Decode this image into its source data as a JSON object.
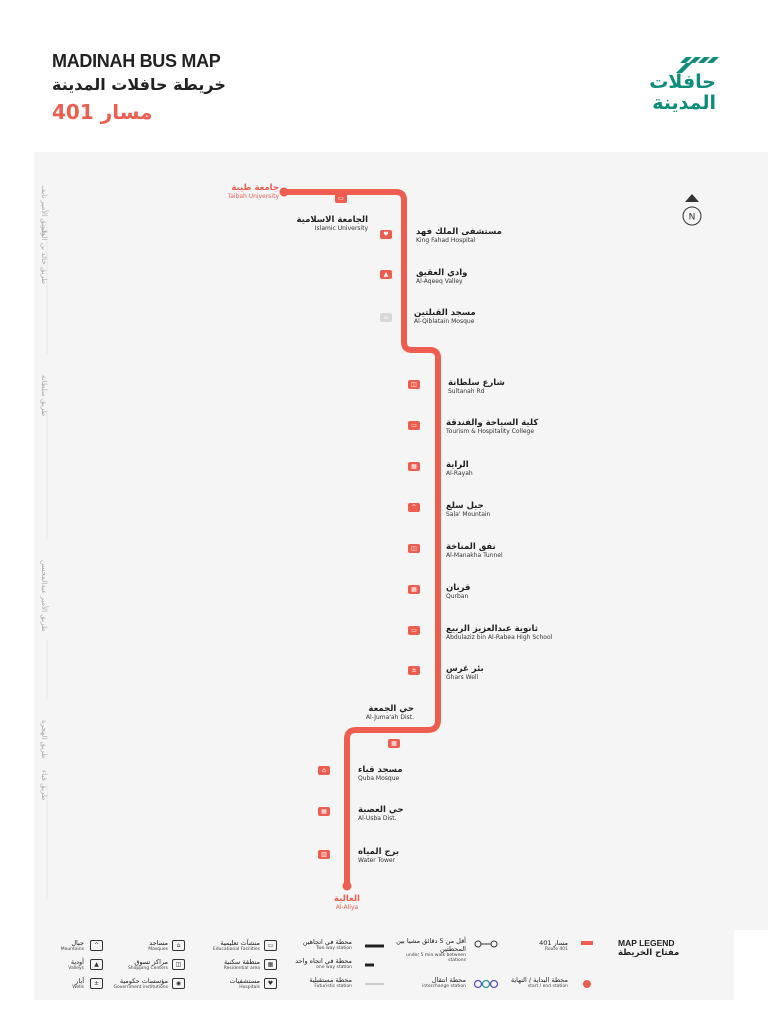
{
  "header": {
    "title_en": "MADINAH BUS MAP",
    "title_ar": "خريطة حافلات المدينة",
    "route_ar": "مسار 401",
    "logo_ar_top": "حافلات",
    "logo_ar_bottom": "المدينة"
  },
  "colors": {
    "route": "#EE5E50",
    "brand": "#0E8C7C",
    "map_bg": "#f5f5f5"
  },
  "compass": {
    "label": "N"
  },
  "streets": [
    {
      "label": "طريق الأمير نايف"
    },
    {
      "label": "طريق خالد بن الوليد"
    },
    {
      "label": "طريق سلطانة"
    },
    {
      "label": "طريق الأمير عبدالمحسن"
    },
    {
      "label": "طريق الهجرة"
    },
    {
      "label": "طريق قباء"
    }
  ],
  "stations": [
    {
      "ar": "جامعة طيبة",
      "en": "Taibah University",
      "icon": "terminal"
    },
    {
      "ar": "الجامعة الاسلامية",
      "en": "Islamic University",
      "icon": "education-icon"
    },
    {
      "ar": "مستشفى الملك فهد",
      "en": "King Fahad Hospital",
      "icon": "hospital-icon"
    },
    {
      "ar": "وادي العقيق",
      "en": "Al-Aqeeq Valley",
      "icon": "valley-icon"
    },
    {
      "ar": "مسجد القبلتين",
      "en": "Al-Qiblatain Mosque",
      "icon": "future-mosque-icon"
    },
    {
      "ar": "شارع سلطانة",
      "en": "Sultanah Rd",
      "icon": "shopping-icon"
    },
    {
      "ar": "كلية السياحة والفندقة",
      "en": "Tourism & Hospitality College",
      "icon": "education-icon"
    },
    {
      "ar": "الراية",
      "en": "Al-Rayah",
      "icon": "residential-icon"
    },
    {
      "ar": "جبل سلع",
      "en": "Sala' Mountain",
      "icon": "mountain-icon"
    },
    {
      "ar": "نفق المناخة",
      "en": "Al-Manakha Tunnel",
      "icon": "shopping-icon"
    },
    {
      "ar": "قربان",
      "en": "Qurban",
      "icon": "residential-icon"
    },
    {
      "ar": "ثانوية عبدالعزيز الربيع",
      "en": "Abdulaziz bin Al-Rabea High School",
      "icon": "education-icon"
    },
    {
      "ar": "بئر غرس",
      "en": "Ghars Well",
      "icon": "well-icon"
    },
    {
      "ar": "حي الجمعة",
      "en": "Al-Juma'ah Dist.",
      "icon": "residential-icon"
    },
    {
      "ar": "مسجد قباء",
      "en": "Quba Mosque",
      "icon": "mosque-icon"
    },
    {
      "ar": "حي العصبة",
      "en": "Al-Usba Dist.",
      "icon": "residential-icon"
    },
    {
      "ar": "برج المياه",
      "en": "Water Tower",
      "icon": "tower-icon"
    },
    {
      "ar": "العالية",
      "en": "Al-Aliya",
      "icon": "terminal"
    }
  ],
  "legend": {
    "title_en": "MAP LEGEND",
    "title_ar": "مفتاح الخريطة",
    "items": [
      {
        "ar": "مسار 401",
        "en": "Route 401"
      },
      {
        "ar": "محطة البداية / النهاية",
        "en": "start / end station"
      },
      {
        "ar": "أقل من 5 دقائق مشيا بين المحطتين",
        "en": "under 5 min walk between stations"
      },
      {
        "ar": "محطة انتقال",
        "en": "interchange station"
      },
      {
        "ar": "محطة في اتجاهين",
        "en": "Two way station"
      },
      {
        "ar": "محطة في اتجاه واحد",
        "en": "one way station"
      },
      {
        "ar": "محطة مستقبلية",
        "en": "Futuristic station"
      },
      {
        "ar": "منشآت تعليمية",
        "en": "Educational Facilities"
      },
      {
        "ar": "منطقة سكنية",
        "en": "Residential area"
      },
      {
        "ar": "مستشفيات",
        "en": "Hospitals"
      },
      {
        "ar": "مساجد",
        "en": "Mosques"
      },
      {
        "ar": "مراكز تسوق",
        "en": "Shopping Centers"
      },
      {
        "ar": "مؤسسات حكومية",
        "en": "Government institutions"
      },
      {
        "ar": "جبال",
        "en": "Mountains"
      },
      {
        "ar": "أودية",
        "en": "Valleys"
      },
      {
        "ar": "آبار",
        "en": "Wells"
      }
    ]
  }
}
